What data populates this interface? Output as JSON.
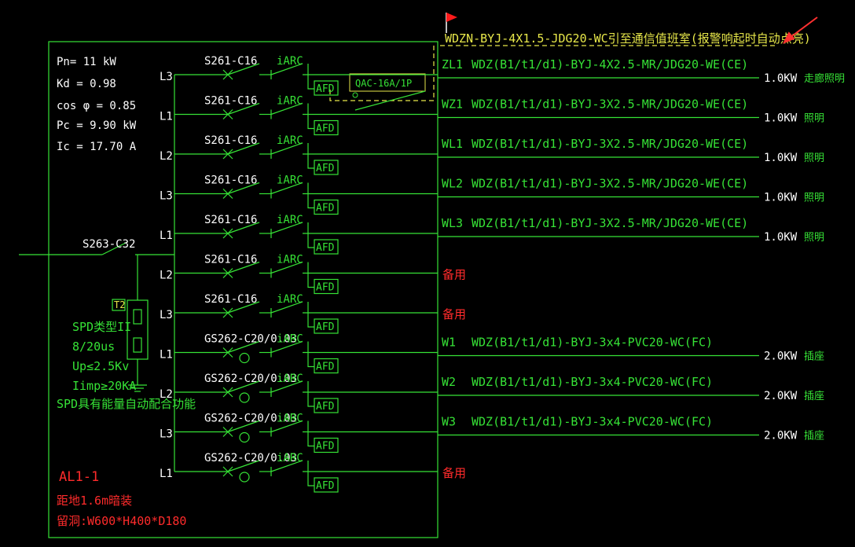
{
  "panel": {
    "params": [
      "Pn=  11  kW",
      "Kd  = 0.98",
      "cos φ  = 0.85",
      "Pc  = 9.90  kW",
      "Ic  = 17.70   A"
    ],
    "main_breaker": "S263-C32",
    "spd": {
      "tag": "T2",
      "lines": [
        "SPD类型II",
        "8/20us",
        "Up≤2.5Kv",
        "Iimp≥20KA",
        "SPD具有能量自动配合功能"
      ]
    },
    "name": "AL1-1",
    "mount": "距地1.6m暗装",
    "hole": "留洞:W600*H400*D180"
  },
  "fire_link": {
    "text": "WDZN-BYJ-4X1.5-JDG20-WC引至通信值班室(报警响起时自动点亮)",
    "contactor": "QAC-16A/1P"
  },
  "common": {
    "arc": "iARC",
    "afd": "AFD"
  },
  "circuits": [
    {
      "phase": "L3",
      "breaker": "S261-C16",
      "id": "ZL1",
      "cable": "WDZ(B1/t1/d1)-BYJ-4X2.5-MR/JDG20-WE(CE)",
      "power": "1.0KW",
      "use": "走廊照明"
    },
    {
      "phase": "L1",
      "breaker": "S261-C16",
      "id": "WZ1",
      "cable": "WDZ(B1/t1/d1)-BYJ-3X2.5-MR/JDG20-WE(CE)",
      "power": "1.0KW",
      "use": "照明"
    },
    {
      "phase": "L2",
      "breaker": "S261-C16",
      "id": "WL1",
      "cable": "WDZ(B1/t1/d1)-BYJ-3X2.5-MR/JDG20-WE(CE)",
      "power": "1.0KW",
      "use": "照明"
    },
    {
      "phase": "L3",
      "breaker": "S261-C16",
      "id": "WL2",
      "cable": "WDZ(B1/t1/d1)-BYJ-3X2.5-MR/JDG20-WE(CE)",
      "power": "1.0KW",
      "use": "照明"
    },
    {
      "phase": "L1",
      "breaker": "S261-C16",
      "id": "WL3",
      "cable": "WDZ(B1/t1/d1)-BYJ-3X2.5-MR/JDG20-WE(CE)",
      "power": "1.0KW",
      "use": "照明"
    },
    {
      "phase": "L2",
      "breaker": "S261-C16",
      "id": "",
      "cable": "",
      "power": "",
      "use": "",
      "spare": "备用"
    },
    {
      "phase": "L3",
      "breaker": "S261-C16",
      "id": "",
      "cable": "",
      "power": "",
      "use": "",
      "spare": "备用"
    },
    {
      "phase": "L1",
      "breaker": "GS262-C20/0.03",
      "id": "W1",
      "cable": "WDZ(B1/t1/d1)-BYJ-3x4-PVC20-WC(FC)",
      "power": "2.0KW",
      "use": "插座"
    },
    {
      "phase": "L2",
      "breaker": "GS262-C20/0.03",
      "id": "W2",
      "cable": "WDZ(B1/t1/d1)-BYJ-3x4-PVC20-WC(FC)",
      "power": "2.0KW",
      "use": "插座"
    },
    {
      "phase": "L3",
      "breaker": "GS262-C20/0.03",
      "id": "W3",
      "cable": "WDZ(B1/t1/d1)-BYJ-3x4-PVC20-WC(FC)",
      "power": "2.0KW",
      "use": "插座"
    },
    {
      "phase": "L1",
      "breaker": "GS262-C20/0.03",
      "id": "",
      "cable": "",
      "power": "",
      "use": "",
      "spare": "备用"
    }
  ],
  "colors": {
    "line": "#36e236",
    "text": "#ffffff",
    "spare": "#ff2b2b",
    "fire": "#e8e84a",
    "flag": "#ff1a1a",
    "arrow": "#ff3030"
  }
}
